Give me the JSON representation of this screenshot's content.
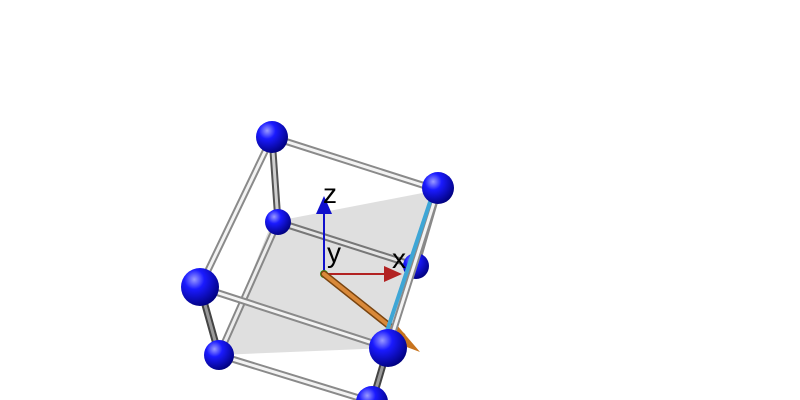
{
  "axes": {
    "x_label": "x",
    "y_label": "y",
    "z_label": "z",
    "x_color": "#b22222",
    "y_color": "#22aa22",
    "z_color": "#1010cc"
  },
  "colors": {
    "atom": "#0000e6",
    "bond": "#bdbdbd",
    "plane": "#d9d9d9",
    "highlight_edge": "#3ea6d6",
    "vector": "#c8741e"
  },
  "atoms": [
    "atom",
    "atom",
    "atom",
    "atom",
    "atom",
    "atom",
    "atom",
    "atom"
  ]
}
